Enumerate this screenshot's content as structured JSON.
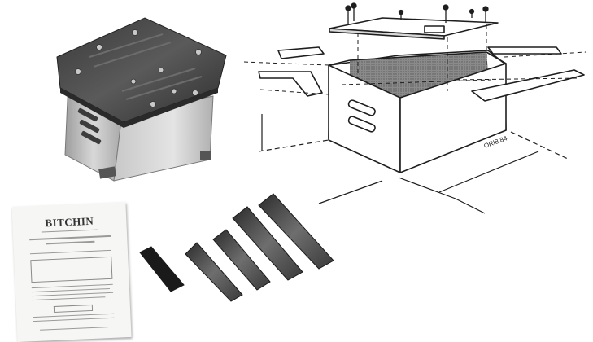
{
  "manual": {
    "brand": "BITCHIN"
  },
  "drawing": {
    "stamp": "ORI8 84"
  },
  "colors": {
    "metal_dark": "#4b4b4b",
    "metal_light": "#bdbdbd",
    "paper": "#f6f6f4",
    "ink": "#2a2a2a"
  },
  "icons": [
    "box-photo",
    "exploded-diagram",
    "instruction-sheet",
    "angle-strips"
  ]
}
